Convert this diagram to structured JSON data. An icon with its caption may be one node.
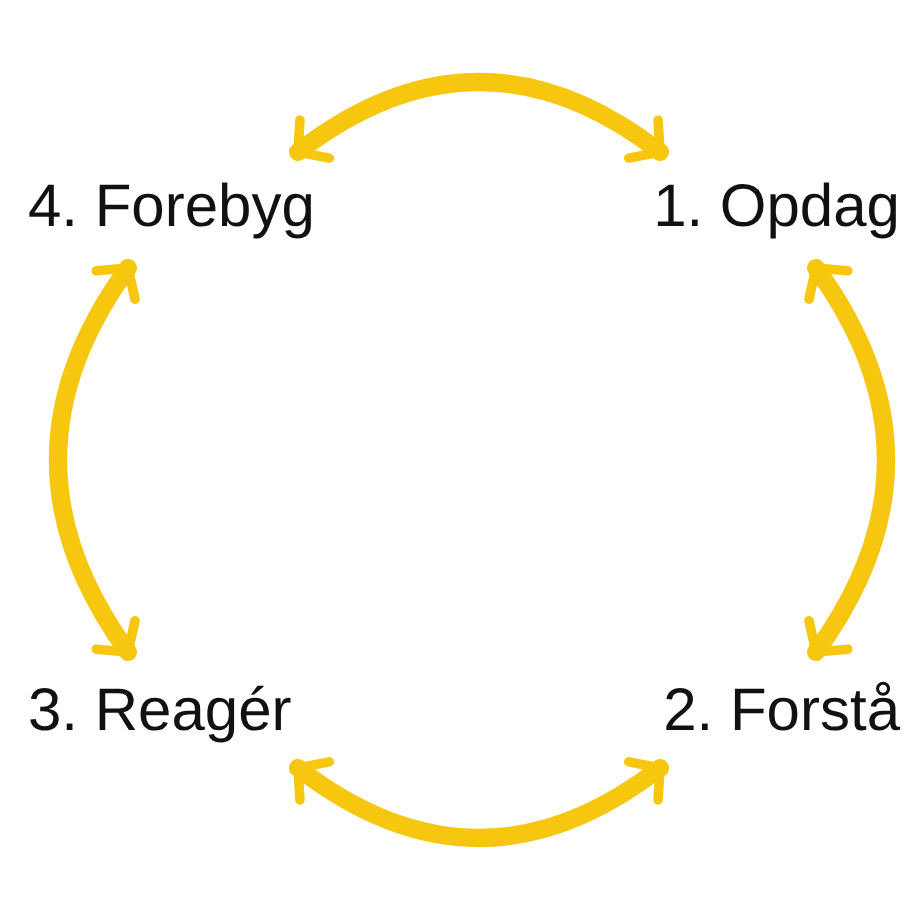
{
  "diagram": {
    "nodes": [
      {
        "text": [
          "4. Forebyg"
        ]
      },
      {
        "text": [
          "1. Opdag"
        ]
      },
      {
        "text": [
          "3. Reagér"
        ]
      },
      {
        "text": [
          "2. Forstå"
        ]
      }
    ],
    "edges": [
      {
        "from": 0,
        "to": 1,
        "arrow": "both"
      },
      {
        "from": 1,
        "to": 3,
        "arrow": "both"
      },
      {
        "from": 3,
        "to": 2,
        "arrow": "both"
      },
      {
        "from": 2,
        "to": 0,
        "arrow": "both"
      }
    ]
  }
}
